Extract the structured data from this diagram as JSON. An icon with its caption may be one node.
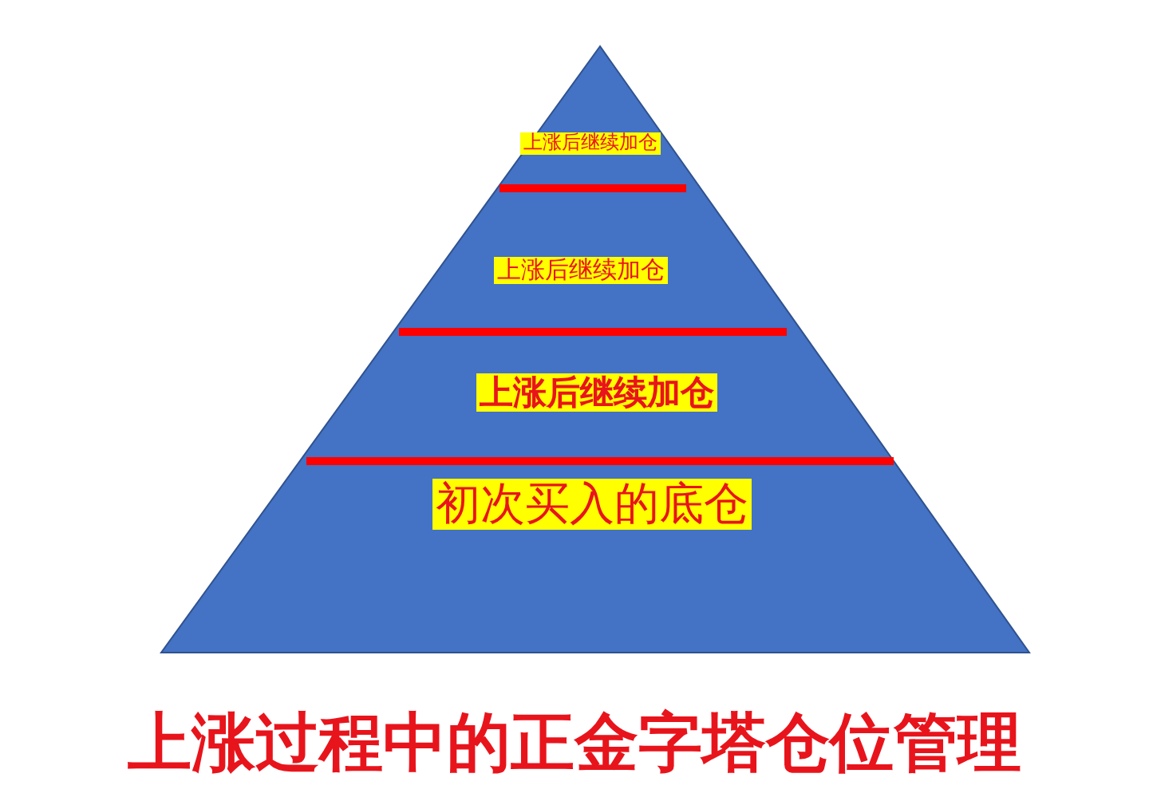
{
  "diagram": {
    "title": "上涨过程中的正金字塔仓位管理",
    "nodes": [
      {
        "text": [],
        "shape": "triangle"
      },
      {
        "text": [
          "上涨后继续加仓"
        ],
        "in": 0
      },
      {
        "text": [
          "上涨后继续加仓"
        ],
        "in": 0
      },
      {
        "text": [
          "上涨后继续加仓"
        ],
        "in": 0
      },
      {
        "text": [
          "初次买入的底仓"
        ],
        "in": 0
      }
    ]
  }
}
